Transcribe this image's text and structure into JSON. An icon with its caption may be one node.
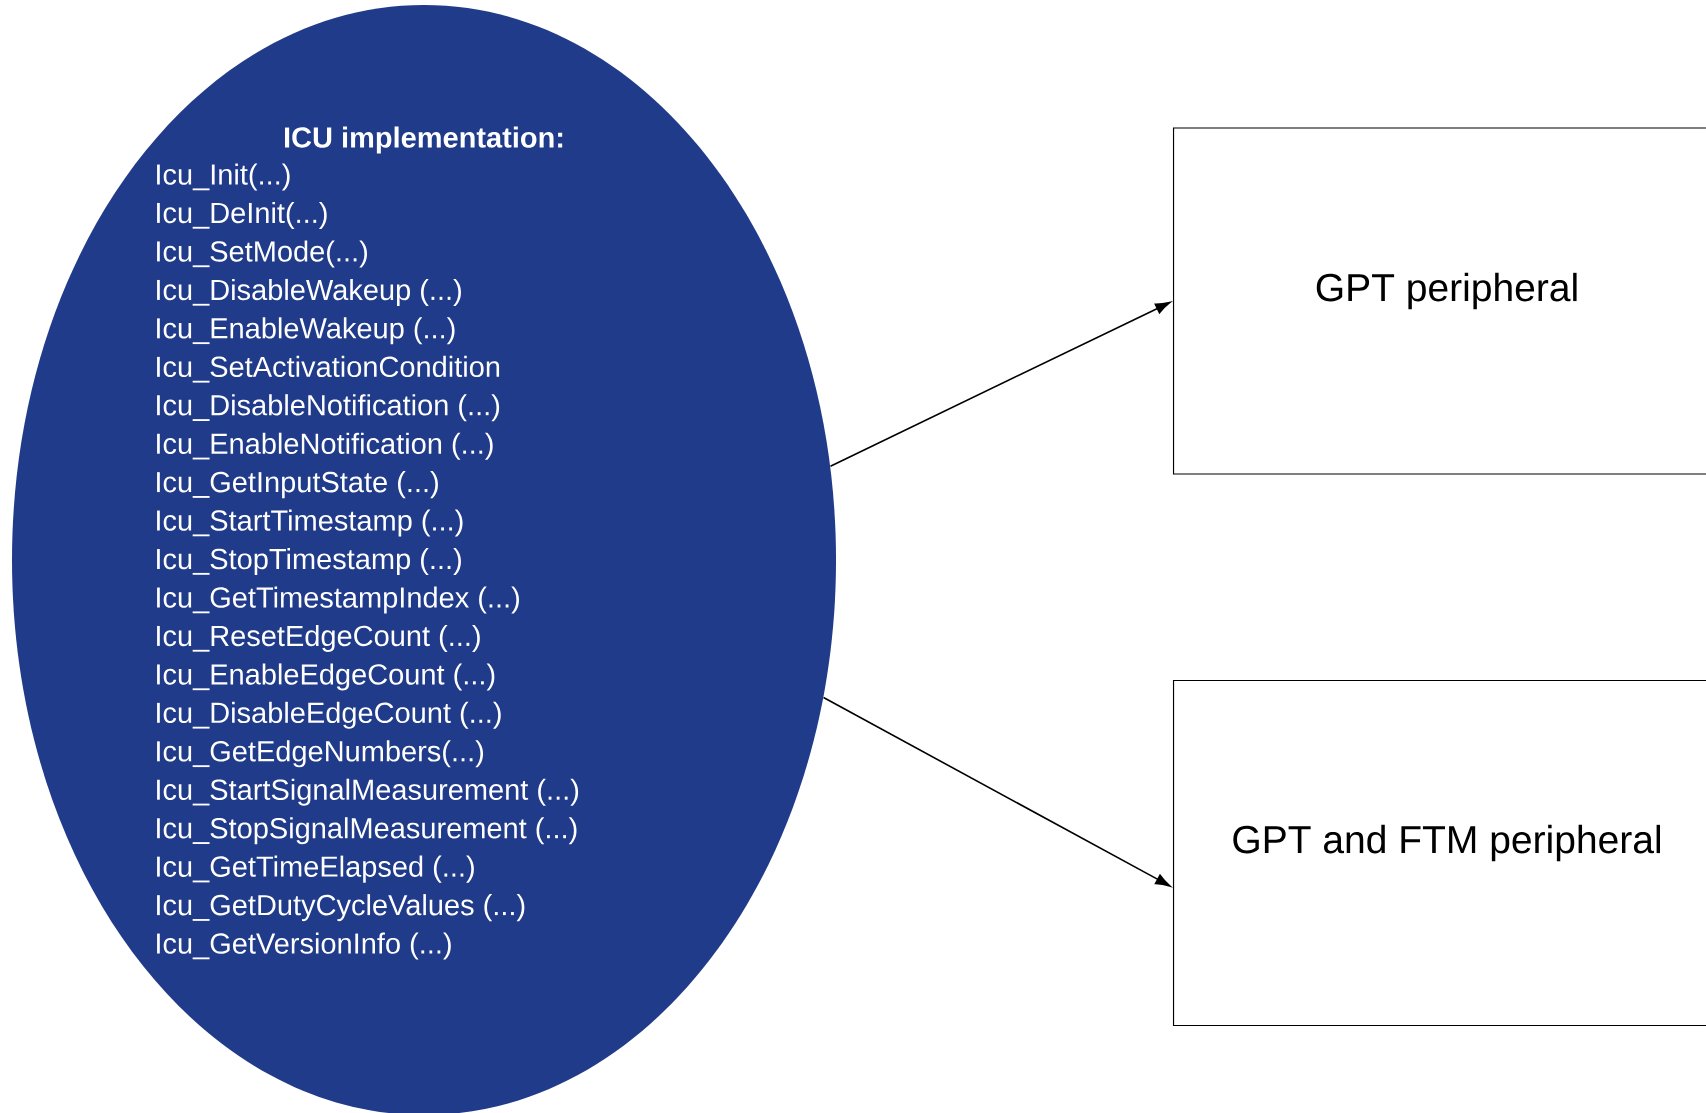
{
  "diagram": {
    "nodes": [
      {
        "text": [
          "ICU  implementation:",
          "Icu_Init(...)",
          "Icu_DeInit(...)",
          "Icu_SetMode(...)",
          "Icu_DisableWakeup (...)",
          "Icu_EnableWakeup (...)",
          "Icu_SetActivationCondition",
          "Icu_DisableNotification (...)",
          "Icu_EnableNotification (...)",
          "Icu_GetInputState (...)",
          "Icu_StartTimestamp (...)",
          "Icu_StopTimestamp (...)",
          "Icu_GetTimestampIndex (...)",
          "Icu_ResetEdgeCount (...)",
          "Icu_EnableEdgeCount (...)",
          "Icu_DisableEdgeCount (...)",
          "Icu_GetEdgeNumbers(...)",
          "Icu_StartSignalMeasurement (...)",
          "Icu_StopSignalMeasurement (...)",
          "Icu_GetTimeElapsed (...)",
          "Icu_GetDutyCycleValues (...)",
          "Icu_GetVersionInfo (...)"
        ]
      },
      {
        "text": [
          "GPT peripheral"
        ]
      },
      {
        "text": [
          "GPT and FTM peripheral"
        ]
      }
    ],
    "edges": [
      {
        "from": 0,
        "to": 1,
        "arrow": "to"
      },
      {
        "from": 0,
        "to": 2,
        "arrow": "to"
      }
    ]
  }
}
